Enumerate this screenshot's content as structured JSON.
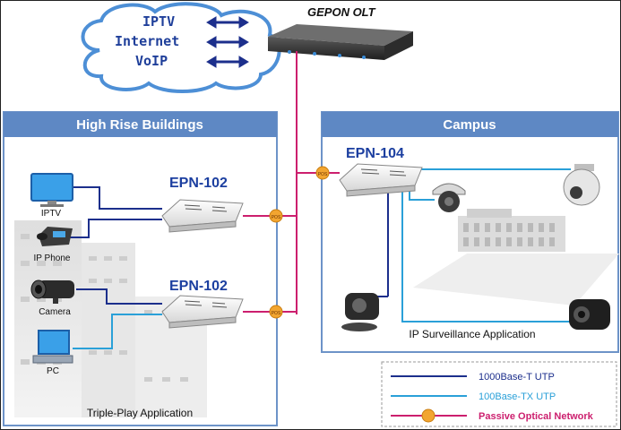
{
  "cloud": {
    "services": [
      "IPTV",
      "Internet",
      "VoIP"
    ]
  },
  "olt": {
    "label": "GEPON OLT"
  },
  "panels": {
    "left": {
      "title": "High Rise Buildings",
      "app_label": "Triple-Play Application"
    },
    "right": {
      "title": "Campus",
      "app_label": "IP Surveillance Application"
    }
  },
  "devices": {
    "onu_top": "EPN-102",
    "onu_bottom": "EPN-102",
    "onu_campus": "EPN-104",
    "iptv": "IPTV",
    "ip_phone": "IP Phone",
    "camera": "Camera",
    "pc": "PC"
  },
  "splitter_label": "POS",
  "legend": [
    {
      "label": "1000Base-T UTP",
      "color": "#1c2f8c"
    },
    {
      "label": "100Base-TX UTP",
      "color": "#2aa0d8"
    },
    {
      "label": "Passive Optical Network",
      "color": "#cc1f6e"
    }
  ],
  "colors": {
    "panel_header": "#5e88c4",
    "pon": "#cc1f6e",
    "gigabit": "#1c2f8c",
    "fast": "#2aa0d8",
    "splitter": "#f2a530"
  }
}
